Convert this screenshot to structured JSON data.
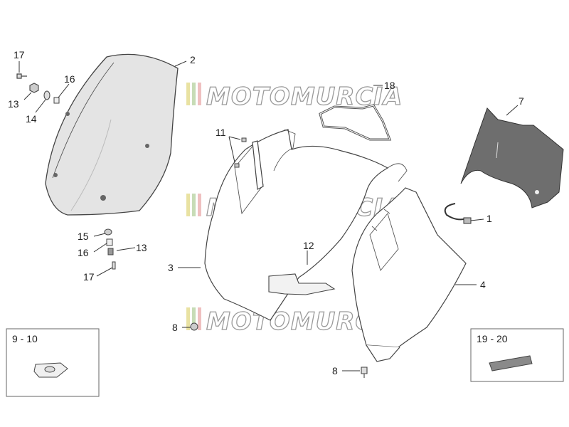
{
  "watermark": {
    "text": "MOTOMURCIA"
  },
  "callouts": {
    "c17a": "17",
    "c13a": "13",
    "c14": "14",
    "c16a": "16",
    "c2": "2",
    "c18": "18",
    "c7": "7",
    "c11": "11",
    "c1": "1",
    "c12": "12",
    "c3": "3",
    "c4": "4",
    "c15": "15",
    "c16b": "16",
    "c13b": "13",
    "c17b": "17",
    "c8a": "8",
    "c8b": "8"
  },
  "insets": {
    "left_label": "9 - 10",
    "right_label": "19 - 20"
  },
  "colors": {
    "windshield": "#e4e4e4",
    "panel7": "#6e6e6e",
    "pad": "#8a8a8a"
  }
}
